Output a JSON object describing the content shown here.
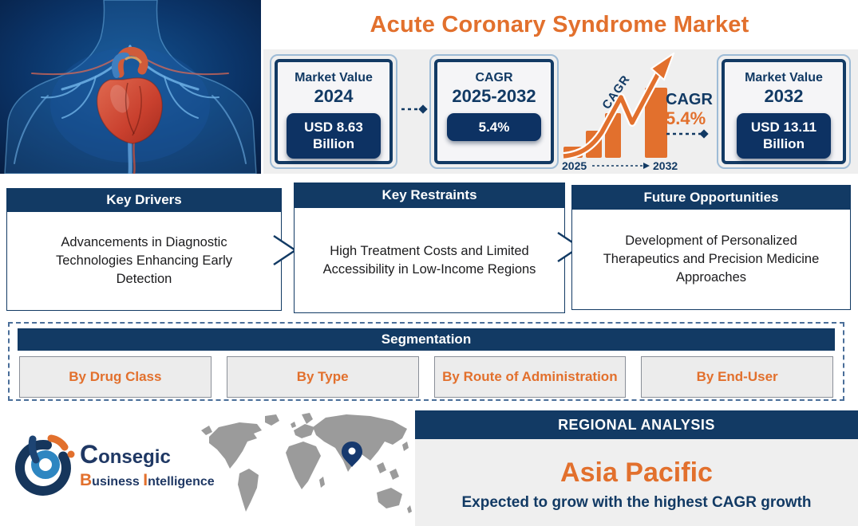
{
  "title": "Acute Coronary Syndrome Market",
  "stats": {
    "market_2024": {
      "label": "Market Value",
      "period": "2024",
      "value": "USD 8.63 Billion"
    },
    "cagr_box": {
      "label": "CAGR",
      "period": "2025-2032",
      "value": "5.4%"
    },
    "growth_chart": {
      "rotated_label": "CAGR",
      "cagr_label": "CAGR",
      "cagr_value": "5.4%",
      "start_year": "2025",
      "end_year": "2032"
    },
    "market_2032": {
      "label": "Market Value",
      "period": "2032",
      "value": "USD 13.11 Billion"
    }
  },
  "insights": [
    {
      "header": "Key Drivers",
      "text": "Advancements in Diagnostic Technologies Enhancing Early Detection"
    },
    {
      "header": "Key Restraints",
      "text": "High Treatment Costs and Limited Accessibility in Low-Income Regions"
    },
    {
      "header": "Future Opportunities",
      "text": "Development of Personalized Therapeutics and Precision Medicine Approaches"
    }
  ],
  "segmentation": {
    "header": "Segmentation",
    "items": [
      "By Drug Class",
      "By Type",
      "By Route of Administration",
      "By End-User"
    ]
  },
  "footer": {
    "logo": {
      "name_initial": "C",
      "name_rest": "onsegic",
      "tagline_word1_initial": "B",
      "tagline_word1_rest": "usiness",
      "tagline_word2_initial": "I",
      "tagline_word2_rest": "ntelligence"
    },
    "regional": {
      "header": "REGIONAL ANALYSIS",
      "region": "Asia Pacific",
      "subtitle": "Expected to grow with the highest CAGR growth"
    }
  },
  "colors": {
    "orange": "#E2702D",
    "navy": "#123A64",
    "pill_navy": "#0D3263",
    "band_gray": "#EFEFEF",
    "segment_gray": "#ECECEC",
    "map_gray": "#9B9B9B"
  }
}
